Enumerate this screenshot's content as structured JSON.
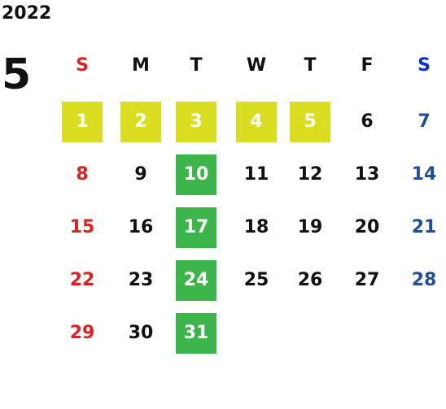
{
  "calendar": {
    "year": "2022",
    "month": "5",
    "weekday_headers": [
      "S",
      "M",
      "T",
      "W",
      "T",
      "F",
      "S"
    ],
    "colors": {
      "sunday": "#e02020",
      "saturday": "#1f4e9e",
      "saturday_header": "#0a2fd6",
      "weekday": "#111111",
      "highlight_yellow": "#d9df20",
      "highlight_green": "#3cb54a"
    },
    "weeks": [
      [
        {
          "day": "1",
          "highlight": "yellow"
        },
        {
          "day": "2",
          "highlight": "yellow"
        },
        {
          "day": "3",
          "highlight": "yellow"
        },
        {
          "day": "4",
          "highlight": "yellow"
        },
        {
          "day": "5",
          "highlight": "yellow"
        },
        {
          "day": "6",
          "highlight": ""
        },
        {
          "day": "7",
          "highlight": ""
        }
      ],
      [
        {
          "day": "8",
          "highlight": ""
        },
        {
          "day": "9",
          "highlight": ""
        },
        {
          "day": "10",
          "highlight": "green"
        },
        {
          "day": "11",
          "highlight": ""
        },
        {
          "day": "12",
          "highlight": ""
        },
        {
          "day": "13",
          "highlight": ""
        },
        {
          "day": "14",
          "highlight": ""
        }
      ],
      [
        {
          "day": "15",
          "highlight": ""
        },
        {
          "day": "16",
          "highlight": ""
        },
        {
          "day": "17",
          "highlight": "green"
        },
        {
          "day": "18",
          "highlight": ""
        },
        {
          "day": "19",
          "highlight": ""
        },
        {
          "day": "20",
          "highlight": ""
        },
        {
          "day": "21",
          "highlight": ""
        }
      ],
      [
        {
          "day": "22",
          "highlight": ""
        },
        {
          "day": "23",
          "highlight": ""
        },
        {
          "day": "24",
          "highlight": "green"
        },
        {
          "day": "25",
          "highlight": ""
        },
        {
          "day": "26",
          "highlight": ""
        },
        {
          "day": "27",
          "highlight": ""
        },
        {
          "day": "28",
          "highlight": ""
        }
      ],
      [
        {
          "day": "29",
          "highlight": ""
        },
        {
          "day": "30",
          "highlight": ""
        },
        {
          "day": "31",
          "highlight": "green"
        }
      ]
    ]
  }
}
